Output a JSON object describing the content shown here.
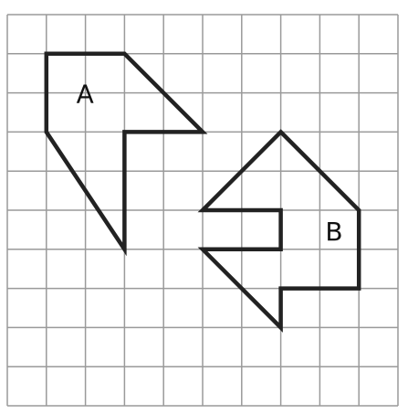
{
  "grid": {
    "columns": 10,
    "rows": 10,
    "line_color": "#9a9a9a"
  },
  "shapes": [
    {
      "label": "A",
      "outline_color": "#222222",
      "vertices": [
        [
          1,
          1
        ],
        [
          3,
          1
        ],
        [
          5,
          3
        ],
        [
          3,
          3
        ],
        [
          3,
          6
        ],
        [
          1,
          3
        ]
      ]
    },
    {
      "label": "B",
      "outline_color": "#222222",
      "vertices": [
        [
          7,
          3
        ],
        [
          9,
          5
        ],
        [
          9,
          7
        ],
        [
          7,
          7
        ],
        [
          7,
          8
        ],
        [
          5,
          6
        ],
        [
          7,
          6
        ],
        [
          7,
          5
        ],
        [
          5,
          5
        ]
      ]
    }
  ]
}
